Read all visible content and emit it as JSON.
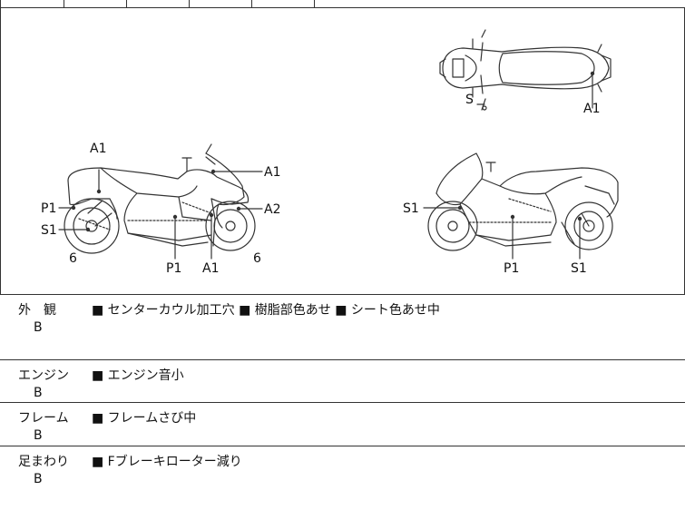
{
  "diagram": {
    "labels": {
      "top_s": "S",
      "top_a1": "A1",
      "left_a1_top": "A1",
      "left_a1_front": "A1",
      "left_a2": "A2",
      "left_p1_rear": "P1",
      "left_s1": "S1",
      "left_6_rear": "6",
      "left_p1_bottom": "P1",
      "left_a1_bottom": "A1",
      "left_6_front": "6",
      "right_s1_front": "S1",
      "right_p1": "P1",
      "right_s1_rear": "S1"
    }
  },
  "rows": [
    {
      "category": "外　観",
      "grade": "B",
      "note": "■ センターカウル加工穴 ■ 樹脂部色あせ ■ シート色あせ中"
    },
    {
      "category": "エンジン",
      "grade": "B",
      "note": "■ エンジン音小"
    },
    {
      "category": "フレーム",
      "grade": "B",
      "note": "■ フレームさび中"
    },
    {
      "category": "足まわり",
      "grade": "B",
      "note": "■ Fブレーキローター減り"
    }
  ]
}
